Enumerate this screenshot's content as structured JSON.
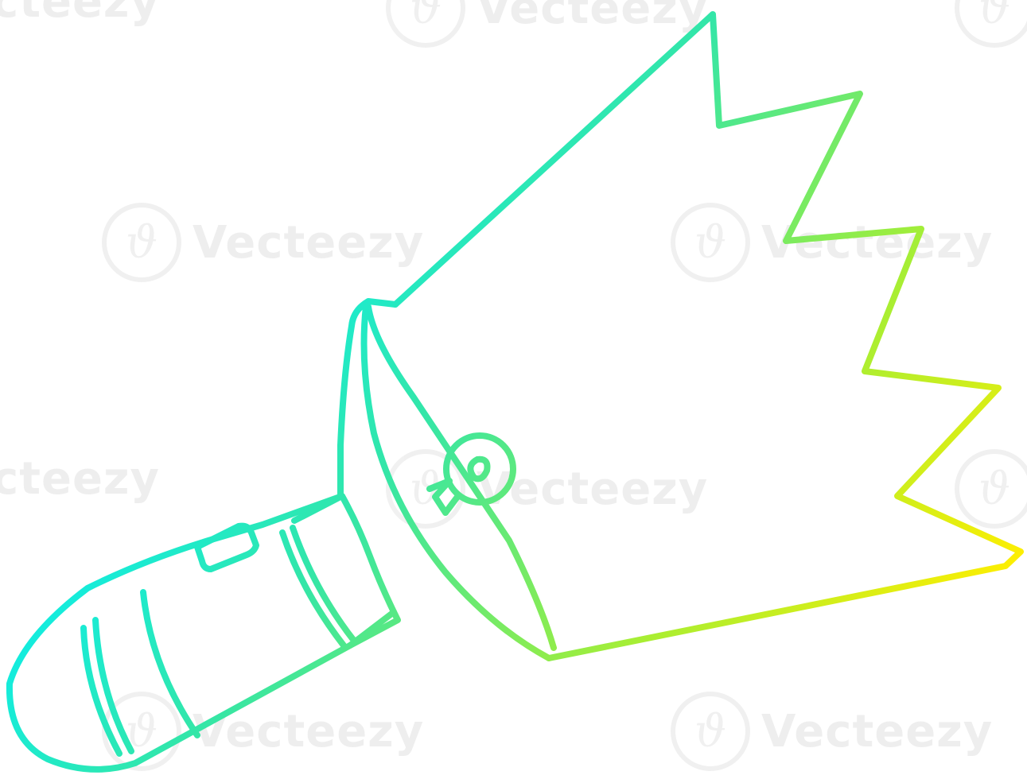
{
  "watermark": {
    "brand": "Vecteezy",
    "partial": "cteezy",
    "logo_glyph": "ϑ"
  },
  "drawing": {
    "subject": "flashlight-icon",
    "stroke_gradient": [
      "#00f0ff",
      "#33e6a8",
      "#a8ee33",
      "#ffee00"
    ]
  }
}
